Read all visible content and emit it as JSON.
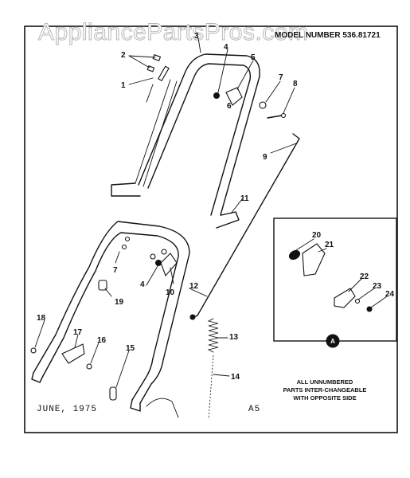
{
  "watermark": "AppliancePartsPros.com",
  "model_number": "MODEL NUMBER 536.81721",
  "date": "JUNE, 1975",
  "page_ref": "A5",
  "note": {
    "line1": "ALL UNNUMBERED",
    "line2": "PARTS INTER-CHANGEABLE",
    "line3": "WITH OPPOSITE SIDE"
  },
  "inset_marker": "A",
  "callouts": {
    "c1": "1",
    "c2": "2",
    "c3": "3",
    "c4a": "4",
    "c4b": "4",
    "c5": "5",
    "c6": "6",
    "c7a": "7",
    "c7b": "7",
    "c8": "8",
    "c9": "9",
    "c10": "10",
    "c11": "11",
    "c12": "12",
    "c13": "13",
    "c14": "14",
    "c15": "15",
    "c16": "16",
    "c17": "17",
    "c18": "18",
    "c19": "19",
    "c20": "20",
    "c21": "21",
    "c22": "22",
    "c23": "23",
    "c24": "24"
  }
}
